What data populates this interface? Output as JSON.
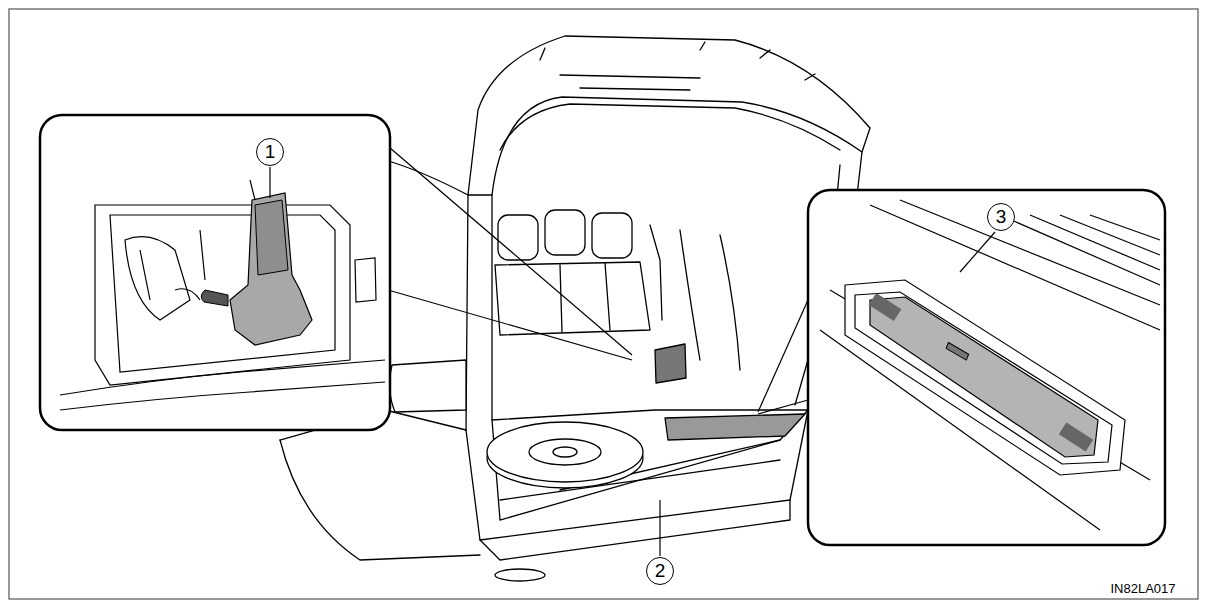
{
  "diagram": {
    "labels": [
      "1",
      "3",
      "2",
      "IN82LA017"
    ]
  }
}
